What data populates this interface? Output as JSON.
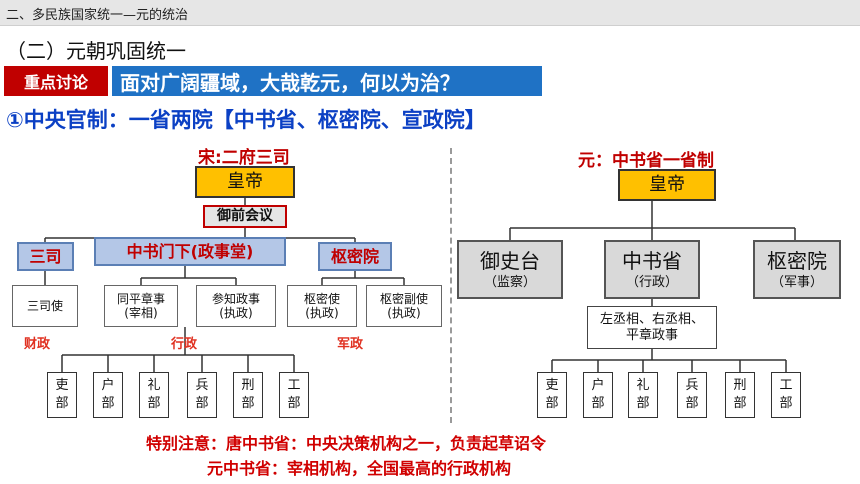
{
  "header": {
    "section_title": "二、多民族国家统一—元的统治"
  },
  "subtitle": "（二）元朝巩固统一",
  "discussion": {
    "label": "重点讨论",
    "question": "面对广阔疆域，大哉乾元，何以为治？"
  },
  "heading": "①中央官制：一省两院【中书省、枢密院、宣政院】",
  "song": {
    "caption": "宋:二府三司",
    "emperor": "皇帝",
    "council": "御前会议",
    "agencies": [
      "三司",
      "中书门下(政事堂)",
      "枢密院"
    ],
    "officials": [
      "三司使",
      "同平章事\n(宰相)",
      "参知政事\n(执政)",
      "枢密使\n(执政)",
      "枢密副使\n(执政)"
    ],
    "powers": [
      "财政",
      "行政",
      "军政"
    ],
    "ministries": [
      "吏\n部",
      "户\n部",
      "礼\n部",
      "兵\n部",
      "刑\n部",
      "工\n部"
    ]
  },
  "yuan": {
    "caption": "元：中书省一省制",
    "emperor": "皇帝",
    "agencies": [
      {
        "name": "御史台",
        "role": "（监察）"
      },
      {
        "name": "中书省",
        "role": "（行政）"
      },
      {
        "name": "枢密院",
        "role": "（军事）"
      }
    ],
    "officials": "左丞相、右丞相、\n平章政事",
    "ministries": [
      "吏\n部",
      "户\n部",
      "礼\n部",
      "兵\n部",
      "刑\n部",
      "工\n部"
    ]
  },
  "notes": [
    "特别注意：唐中书省：中央决策机构之一，负责起草诏令",
    "元中书省：宰相机构，全国最高的行政机构"
  ],
  "colors": {
    "accent_red": "#c00000",
    "blue_bar": "#1f72c5",
    "heading_blue": "#0b40c4",
    "emperor_gold": "#ffc000",
    "agency_blue": "#b4c7e7",
    "yuan_gray": "#d9d9d9"
  }
}
